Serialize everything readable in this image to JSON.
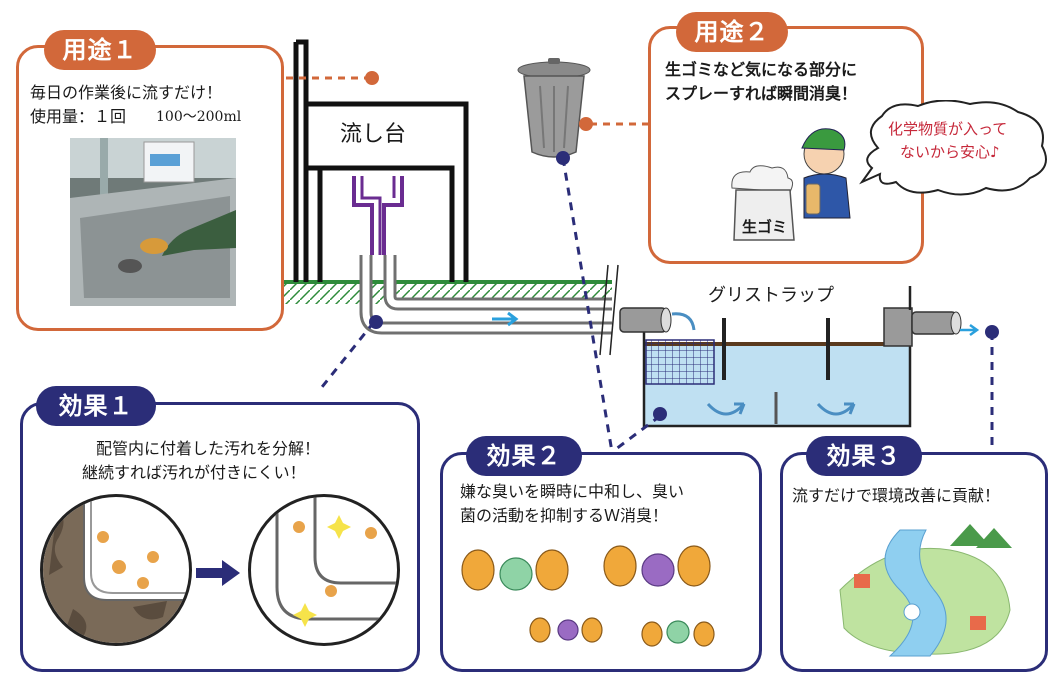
{
  "usage1": {
    "badge": "用途１",
    "line1": "毎日の作業後に流すだけ！",
    "line2_prefix": "使用量：１回",
    "line2_amount": "100〜200ml"
  },
  "usage2": {
    "badge": "用途２",
    "line1": "生ゴミなど気になる部分に",
    "line2": "スプレーすれば瞬間消臭！",
    "bubble_line1": "化学物質が入って",
    "bubble_line2": "ないから安心♪",
    "bag_label": "生ゴミ"
  },
  "sink_label": "流し台",
  "grease_trap_label": "グリストラップ",
  "effect1": {
    "badge": "効果１",
    "line1": "配管内に付着した汚れを分解！",
    "line2": "継続すれば汚れが付きにくい！"
  },
  "effect2": {
    "badge": "効果２",
    "line1": "嫌な臭いを瞬時に中和し、臭い",
    "line2": "菌の活動を抑制するＷ消臭！"
  },
  "effect3": {
    "badge": "効果３",
    "line1": "流すだけで環境改善に貢献！"
  },
  "colors": {
    "orange": "#d2683a",
    "navy": "#2b2d78",
    "ground_green": "#2e8b3a",
    "pipe_purple": "#6a2c91",
    "water_blue": "#bfe0f2",
    "flow_arrow": "#2aa0dd"
  }
}
